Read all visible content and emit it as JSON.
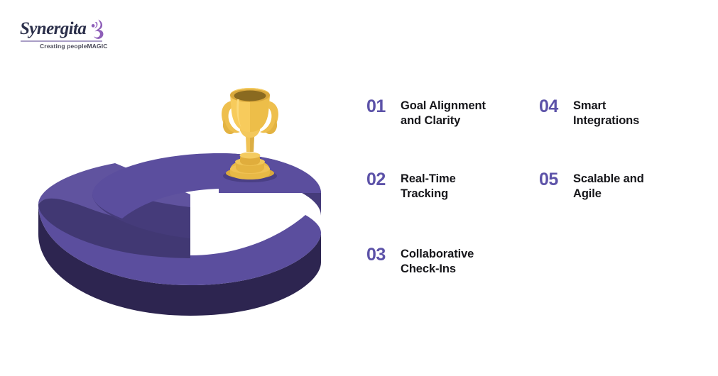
{
  "brand": {
    "logo_wordmark": "Synergita",
    "logo_tagline": "Creating peopleMAGIC",
    "logo_icon": "swirl-icon",
    "wordmark_color": "#2b2f4a",
    "swirl_color": "#8e5fb8",
    "rule_color": "#a99ec6"
  },
  "graphic": {
    "name": "spiral-staircase-3d",
    "description": "Isometric three-tier helical ramp with trophy on top",
    "trophy_icon": "trophy-icon",
    "colors": {
      "tier_top": "#5b4e9e",
      "tier_top_light": "#60539f",
      "tier_edge_upper": "#453b7a",
      "tier_edge_mid": "#413873",
      "tier_edge_lower": "#2d2550",
      "trophy_gold": "#f5c council",
      "trophy_body": "#f7cb5c",
      "trophy_light": "#fbd97a",
      "trophy_dark": "#d9a83c",
      "trophy_rim": "#c89a35",
      "trophy_shadow": "#4a3f85"
    }
  },
  "features": {
    "left_column": [
      {
        "number": "01",
        "title": "Goal Alignment\nand Clarity"
      },
      {
        "number": "02",
        "title": "Real-Time\nTracking"
      },
      {
        "number": "03",
        "title": "Collaborative\nCheck-Ins"
      }
    ],
    "right_column": [
      {
        "number": "04",
        "title": "Smart\nIntegrations"
      },
      {
        "number": "05",
        "title": "Scalable and\nAgile"
      }
    ],
    "number_color": "#5c52a8",
    "title_color": "#16161a"
  },
  "page": {
    "background": "#ffffff"
  }
}
